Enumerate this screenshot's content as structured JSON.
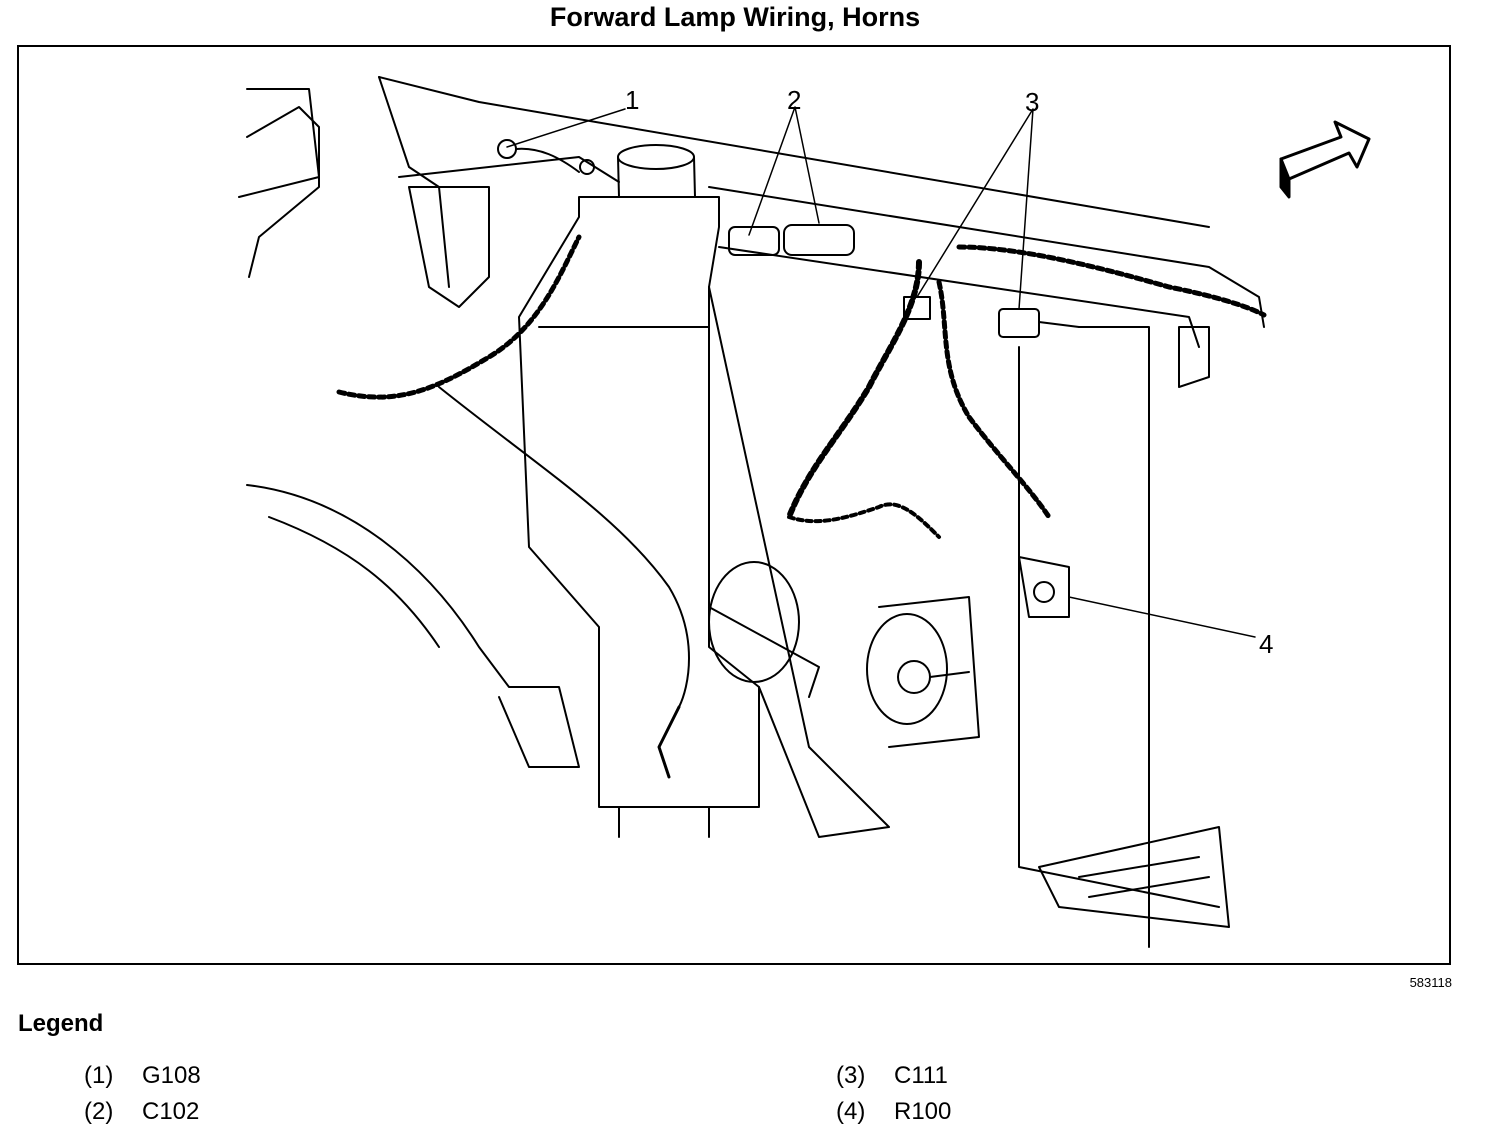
{
  "title": "Forward Lamp Wiring, Horns",
  "figure_id": "583118",
  "callouts": [
    "1",
    "2",
    "3",
    "4"
  ],
  "legend": {
    "title": "Legend",
    "items": [
      {
        "num": "(1)",
        "label": "G108"
      },
      {
        "num": "(2)",
        "label": "C102"
      },
      {
        "num": "(3)",
        "label": "C111"
      },
      {
        "num": "(4)",
        "label": "R100"
      }
    ]
  },
  "icons": {
    "direction_arrow": "front-direction-arrow-icon"
  }
}
